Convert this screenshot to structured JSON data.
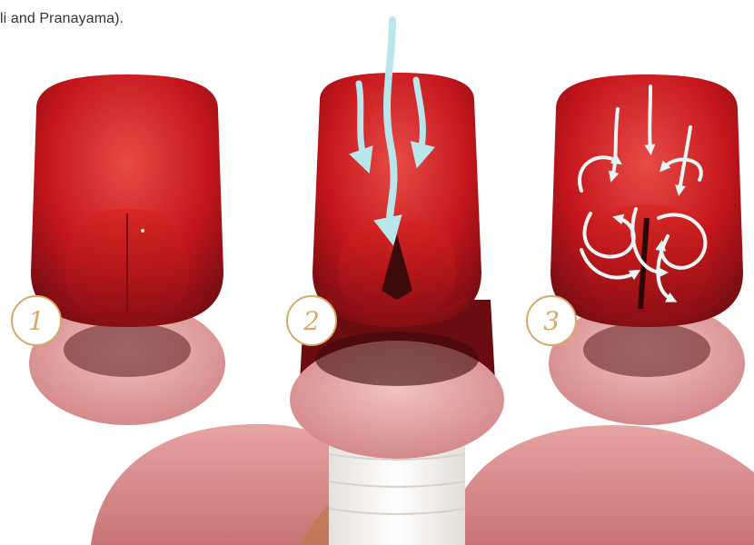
{
  "caption": "li and Pranayama).",
  "panels": [
    {
      "number": "1"
    },
    {
      "number": "2"
    },
    {
      "number": "3"
    }
  ],
  "colors": {
    "tissue_red": "#c4161c",
    "tissue_highlight": "#e84b46",
    "tissue_dark": "#6a0c10",
    "pink": "#e7a2a2",
    "lung": "#d98b8b",
    "trachea": "#f5f3f0",
    "arrow": "#b8e6ea",
    "badge_border": "#d7a866"
  }
}
